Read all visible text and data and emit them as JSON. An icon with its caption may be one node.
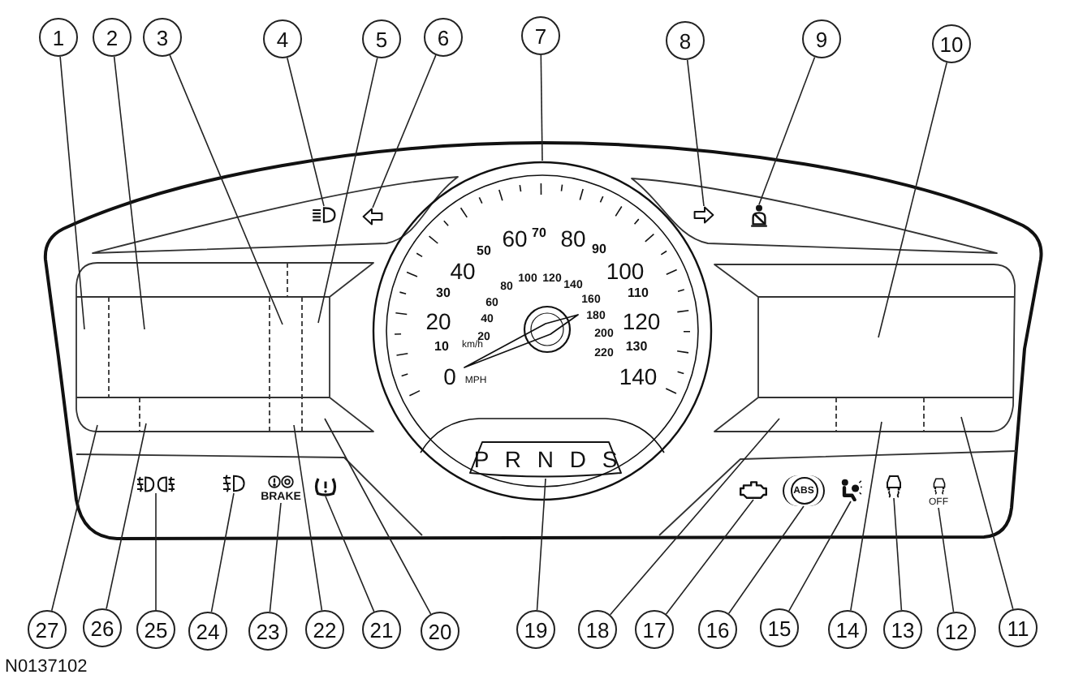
{
  "diagram": {
    "nodes": [
      {
        "text": [
          "1"
        ]
      },
      {
        "text": [
          "2"
        ]
      },
      {
        "text": [
          "3"
        ]
      },
      {
        "text": [
          "4"
        ]
      },
      {
        "text": [
          "5"
        ]
      },
      {
        "text": [
          "6"
        ]
      },
      {
        "text": [
          "7"
        ]
      },
      {
        "text": [
          "8"
        ]
      },
      {
        "text": [
          "9"
        ]
      },
      {
        "text": [
          "10"
        ]
      },
      {
        "text": [],
        "shape": "picture"
      },
      {
        "text": [],
        "shape": "picture"
      },
      {
        "text": [],
        "shape": "picture"
      },
      {
        "text": [],
        "shape": "picture"
      },
      {
        "text": [
          "60",
          "70",
          "80",
          "50",
          "90",
          "40",
          "100",
          "100",
          "120",
          "80",
          "140",
          "30",
          "110",
          "160",
          "60",
          "20",
          "40",
          "180",
          "120",
          "20",
          "200",
          "10",
          "km/h",
          "130",
          "220",
          "0",
          "140",
          "MPH"
        ]
      },
      {
        "text": [
          "P R N D S"
        ],
        "in": 14
      },
      {
        "text": [],
        "shape": "picture"
      },
      {
        "text": [],
        "shape": "picture"
      },
      {
        "text": [
          "BRAKE"
        ]
      },
      {
        "text": [],
        "shape": "picture"
      },
      {
        "text": [],
        "shape": "picture"
      },
      {
        "text": [
          "ABS"
        ]
      },
      {
        "text": [],
        "shape": "picture"
      },
      {
        "text": [],
        "shape": "picture"
      },
      {
        "text": [
          "OFF"
        ]
      },
      {
        "text": [
          "27"
        ]
      },
      {
        "text": [
          "26"
        ]
      },
      {
        "text": [
          "25"
        ]
      },
      {
        "text": [
          "24"
        ]
      },
      {
        "text": [
          "23"
        ]
      },
      {
        "text": [
          "22"
        ]
      },
      {
        "text": [
          "21"
        ]
      },
      {
        "text": [
          "20"
        ]
      },
      {
        "text": [
          "19"
        ]
      },
      {
        "text": [
          "18"
        ]
      },
      {
        "text": [
          "17"
        ]
      },
      {
        "text": [
          "16"
        ]
      },
      {
        "text": [
          "15"
        ]
      },
      {
        "text": [
          "14"
        ]
      },
      {
        "text": [
          "13"
        ]
      },
      {
        "text": [
          "12"
        ]
      },
      {
        "text": [
          "11"
        ]
      }
    ],
    "edges": [
      {
        "from": 0,
        "to": null,
        "arrow": "none"
      },
      {
        "from": 1,
        "to": null,
        "arrow": "none"
      },
      {
        "from": 2,
        "to": null,
        "arrow": "none"
      },
      {
        "from": 3,
        "to": 10,
        "arrow": "none"
      },
      {
        "from": 4,
        "to": null,
        "arrow": "none"
      },
      {
        "from": 5,
        "to": 11,
        "arrow": "none"
      },
      {
        "from": 6,
        "to": 14,
        "arrow": "none"
      },
      {
        "from": 7,
        "to": 12,
        "arrow": "none"
      },
      {
        "from": 8,
        "to": 13,
        "arrow": "none"
      },
      {
        "from": 9,
        "to": null,
        "arrow": "none"
      },
      {
        "from": 41,
        "to": null,
        "arrow": "none"
      },
      {
        "from": 40,
        "to": 24,
        "arrow": "none"
      },
      {
        "from": 39,
        "to": 23,
        "arrow": "none"
      },
      {
        "from": 38,
        "to": null,
        "arrow": "none"
      },
      {
        "from": 37,
        "to": 22,
        "arrow": "none"
      },
      {
        "from": 36,
        "to": 21,
        "arrow": "none"
      },
      {
        "from": 35,
        "to": 20,
        "arrow": "none"
      },
      {
        "from": 34,
        "to": null,
        "arrow": "none"
      },
      {
        "from": 33,
        "to": 15,
        "arrow": "none"
      },
      {
        "from": 32,
        "to": null,
        "arrow": "none"
      },
      {
        "from": 31,
        "to": 19,
        "arrow": "none"
      },
      {
        "from": 30,
        "to": null,
        "arrow": "none"
      },
      {
        "from": 29,
        "to": 18,
        "arrow": "none"
      },
      {
        "from": 28,
        "to": 17,
        "arrow": "none"
      },
      {
        "from": 27,
        "to": 16,
        "arrow": "none"
      },
      {
        "from": 26,
        "to": null,
        "arrow": "none"
      },
      {
        "from": 25,
        "to": null,
        "arrow": "none"
      }
    ],
    "labels": [
      "N0137102"
    ]
  }
}
